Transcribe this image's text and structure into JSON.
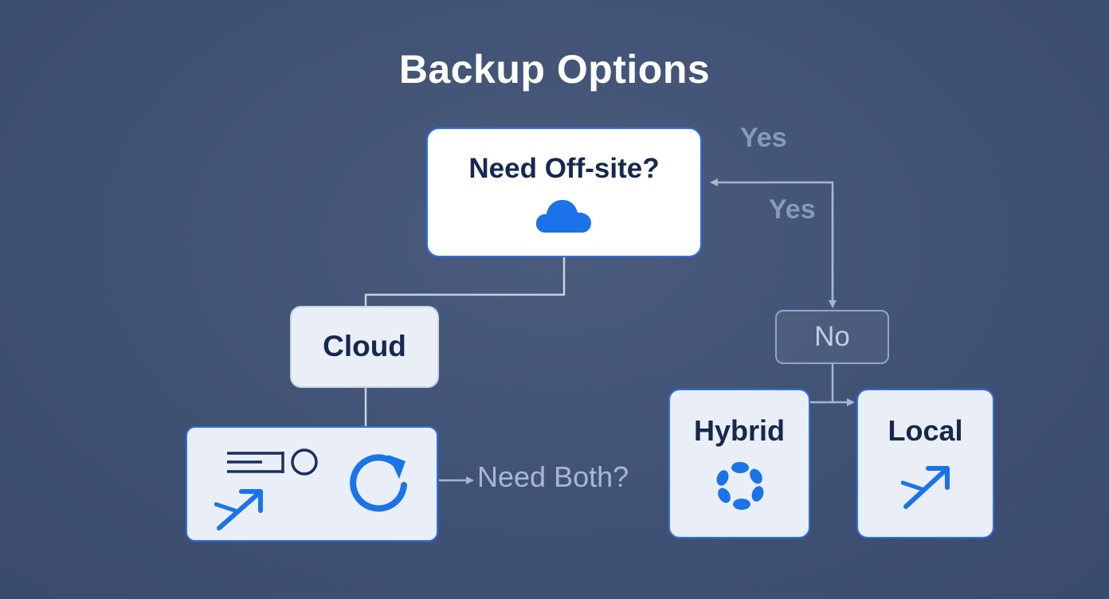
{
  "diagram": {
    "title": "Backup Options",
    "nodes": {
      "offsite": {
        "label": "Need Off-site?",
        "icon": "cloud-icon"
      },
      "cloud": {
        "label": "Cloud"
      },
      "tools": {
        "icons": [
          "list-icon",
          "circle-icon",
          "arrow-icon",
          "refresh-icon"
        ]
      },
      "no": {
        "label": "No"
      },
      "hybrid": {
        "label": "Hybrid",
        "icon": "hybrid-icon"
      },
      "local": {
        "label": "Local",
        "icon": "arrow-icon"
      }
    },
    "edge_labels": {
      "yes_1": "Yes",
      "yes_2": "Yes",
      "need_both": "Need Both?"
    },
    "colors": {
      "background": "#3f5173",
      "accent": "#1a73e8",
      "node_fill": "#eaeef6",
      "connector": "#b3bfd6"
    }
  }
}
